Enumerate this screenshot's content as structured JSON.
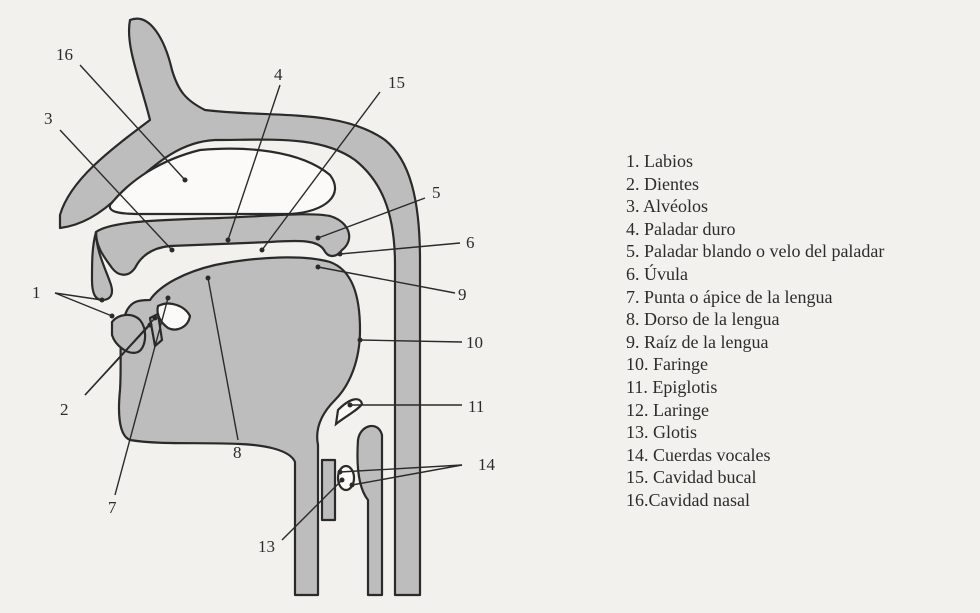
{
  "legend": [
    "1. Labios",
    "2. Dientes",
    "3. Alvéolos",
    "4. Paladar duro",
    "5. Paladar blando o velo del paladar",
    "6. Úvula",
    "7. Punta o ápice de la lengua",
    "8. Dorso de la lengua",
    "9. Raíz de la lengua",
    "10. Faringe",
    "11. Epiglotis",
    "12. Laringe",
    "13. Glotis",
    "14. Cuerdas vocales",
    "15. Cavidad bucal",
    "16.Cavidad nasal"
  ],
  "diagram_numbers": {
    "n1": "1",
    "n2": "2",
    "n3": "3",
    "n4": "4",
    "n5": "5",
    "n6": "6",
    "n7": "7",
    "n8": "8",
    "n9": "9",
    "n10": "10",
    "n11": "11",
    "n13": "13",
    "n14": "14",
    "n15": "15",
    "n16": "16"
  },
  "colors": {
    "tissue": "#bdbdbd",
    "outline": "#2a2a2a",
    "background": "#f3f1ee"
  }
}
